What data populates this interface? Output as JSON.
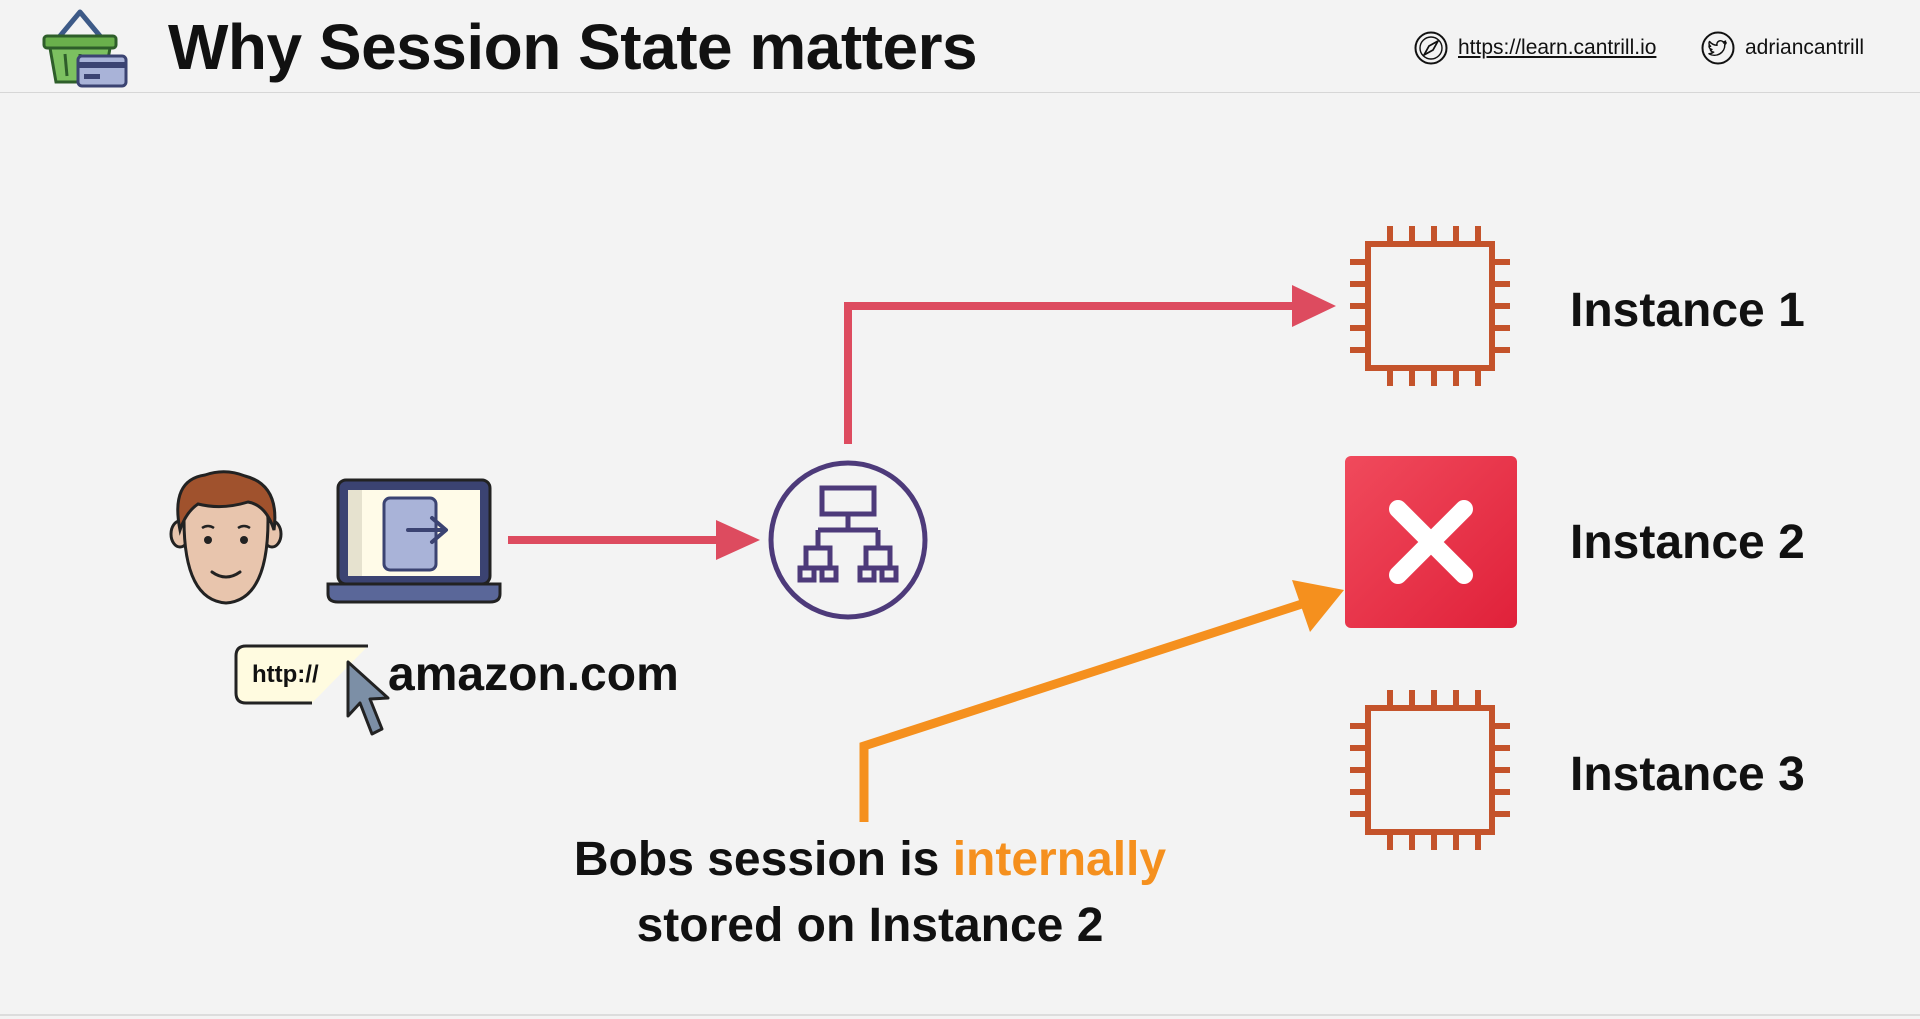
{
  "header": {
    "title": "Why Session State matters",
    "site_link": "https://learn.cantrill.io",
    "twitter_handle": "adriancantrill"
  },
  "diagram": {
    "url_box": "http://",
    "domain": "amazon.com",
    "instances": [
      {
        "label": "Instance 1",
        "status": "running"
      },
      {
        "label": "Instance 2",
        "status": "failed"
      },
      {
        "label": "Instance 3",
        "status": "running"
      }
    ],
    "caption_part1": "Bobs session is ",
    "caption_highlight": "internally",
    "caption_part2": "stored on Instance 2"
  },
  "colors": {
    "arrow_red": "#dd4b5f",
    "arrow_orange": "#f5901e",
    "chip": "#c4532b",
    "lb": "#4d3a7a",
    "fail": "#e52d41",
    "background": "#f3f3f3"
  }
}
